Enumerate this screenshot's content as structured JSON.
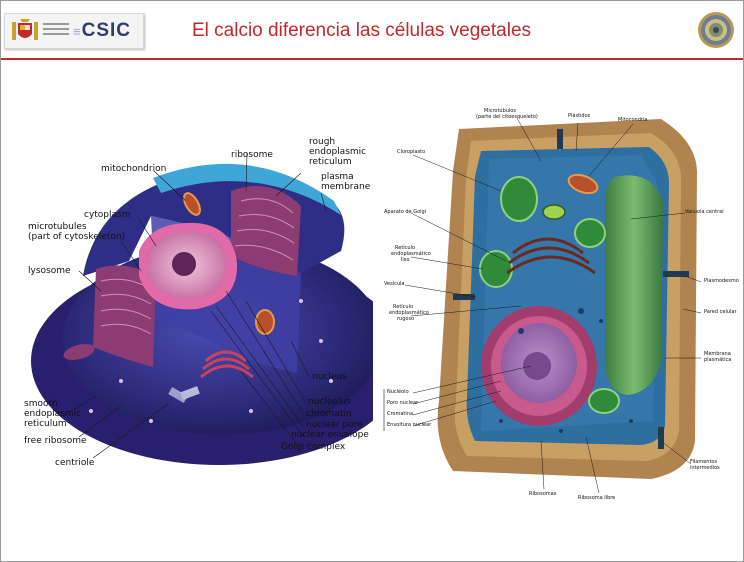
{
  "header": {
    "logo_text": "CSIC",
    "title": "El calcio diferencia las células vegetales"
  },
  "animal_cell": {
    "labels": {
      "mitochondrion": "mitochondrion",
      "ribosome": "ribosome",
      "rough_er_1": "rough",
      "rough_er_2": "endoplasmic",
      "rough_er_3": "reticulum",
      "plasma_1": "plasma",
      "plasma_2": "membrane",
      "cytoplasm": "cytoplasm",
      "microtubules_1": "microtubules",
      "microtubules_2": "(part of cytoskeleton)",
      "lysosome": "lysosome",
      "smooth_er_1": "smooth",
      "smooth_er_2": "endoplasmic",
      "smooth_er_3": "reticulum",
      "free_ribosome": "free ribosome",
      "centriole": "centriole",
      "nucleus": "nucleus",
      "nucleolus": "nucleolus",
      "chromatin": "chromatin",
      "nuclear_pore": "nuclear pore",
      "nuclear_envelope": "nuclear envelope",
      "golgi": "Golgi complex"
    }
  },
  "plant_cell": {
    "labels": {
      "microtubulos_1": "Microtúbulos",
      "microtubulos_2": "(parte del citoesqueleto)",
      "plastidos": "Plástidos",
      "mitocondria": "Mitocondria",
      "cloroplasto": "Cloroplasto",
      "golgi": "Aparato de Golgi",
      "reticulo_liso_1": "Retículo",
      "reticulo_liso_2": "endoplasmático",
      "reticulo_liso_3": "liso",
      "vesicula": "Vesícula",
      "reticulo_rugoso_1": "Retículo",
      "reticulo_rugoso_2": "endoplasmático",
      "reticulo_rugoso_3": "rugoso",
      "nucleolo": "Nucléolo",
      "poro_nuclear": "Poro nuclear",
      "cromatina": "Cromatina",
      "envoltura_nuclear": "Envoltura nuclear",
      "vacuola": "Vacuola central",
      "plasmodesmo": "Plasmodesmo",
      "pared": "Pared celular",
      "membrana_1": "Membrana",
      "membrana_2": "plasmática",
      "filamentos_1": "Filamentos",
      "filamentos_2": "intermedios",
      "ribosomas": "Ribosomas",
      "ribosoma_libre": "Ribosoma libre"
    }
  },
  "colors": {
    "title_red": "#c0282d",
    "csic_blue": "#2d3b6e",
    "cell_wall": "#b0834f",
    "cytoplasm_blue": "#2f6fa0",
    "vacuole_green": "#5a9a52",
    "nucleus_pink": "#c85a8c",
    "animal_cytoplasm": "#2c2a78"
  }
}
